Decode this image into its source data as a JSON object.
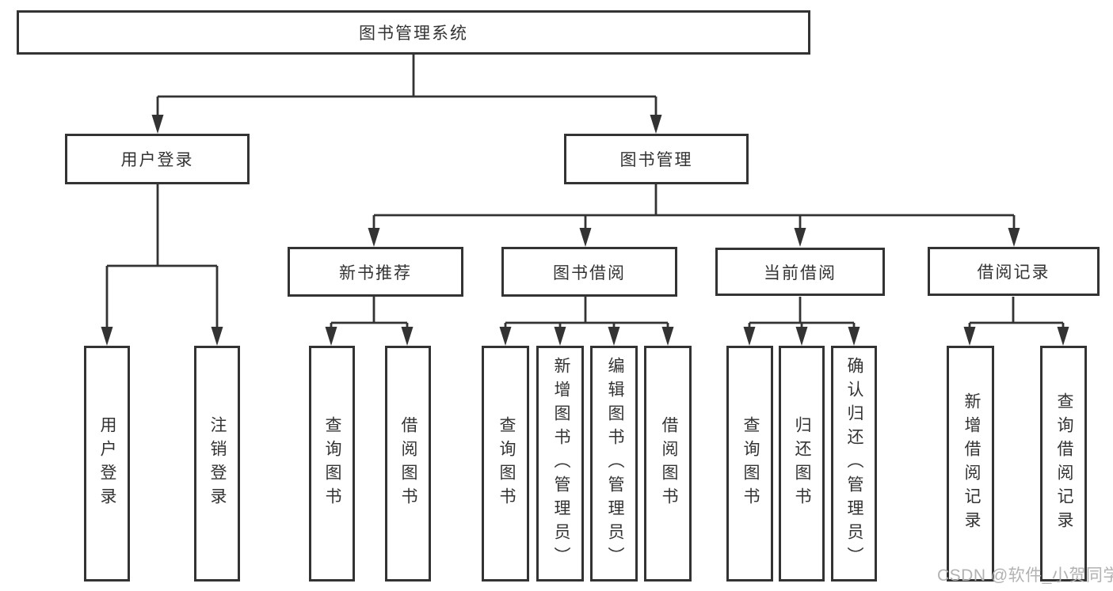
{
  "diagram_title": "图书管理系统",
  "colors": {
    "line": "#333333",
    "box_border": "#333333",
    "text": "#333333",
    "background": "#ffffff",
    "watermark": "#b2b2b2"
  },
  "tree": {
    "root": "图书管理系统",
    "level2": [
      "用户登录",
      "图书管理"
    ],
    "level3": [
      "新书推荐",
      "图书借阅",
      "当前借阅",
      "借阅记录"
    ],
    "leaves": {
      "user_login": [
        "用户登录",
        "注销登录"
      ],
      "new_book_recommend": [
        "查询图书",
        "借阅图书"
      ],
      "book_borrow": [
        "查询图书",
        "新增图书（管理员）",
        "编辑图书（管理员）",
        "借阅图书"
      ],
      "current_borrow": [
        "查询图书",
        "归还图书",
        "确认归还（管理员）"
      ],
      "borrow_records": [
        "新增借阅记录",
        "查询借阅记录"
      ]
    }
  },
  "watermark": {
    "text": "CSDN @软件_小贺同学"
  }
}
